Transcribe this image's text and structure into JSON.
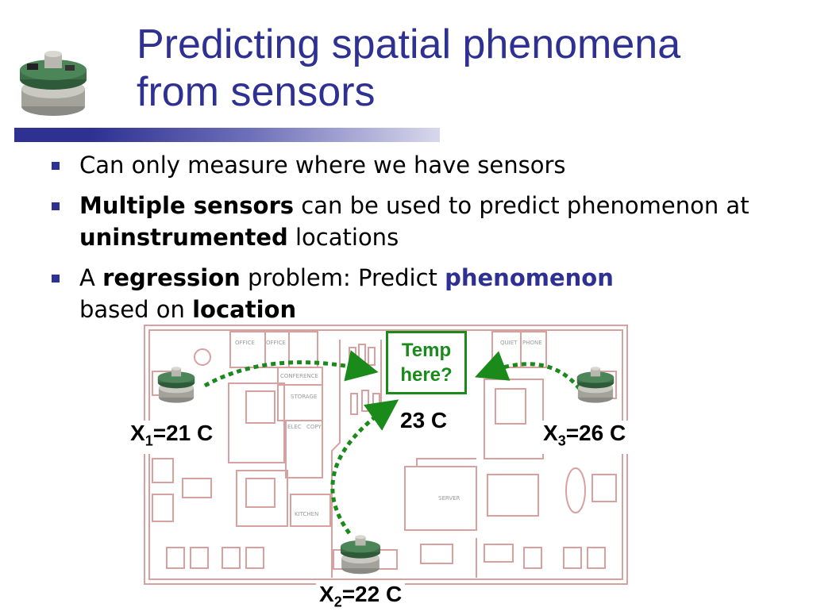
{
  "slide": {
    "title_line1": "Predicting spatial phenomena",
    "title_line2": "from sensors"
  },
  "bullets": {
    "b1": "Can only measure where we have sensors",
    "b2_bold": "Multiple sensors",
    "b2_rest": " can be used to predict phenomenon at",
    "b2_bold2": "uninstrumented",
    "b2_rest2": " locations",
    "b3_a": "A ",
    "b3_bold": "regression",
    "b3_b": " problem: Predict ",
    "b3_blue": "phenomenon",
    "b3_c": "based on ",
    "b3_bold2": "location"
  },
  "floorplan": {
    "room_labels": [
      "OFFICE",
      "OFFICE",
      "CONFERENCE",
      "STORAGE",
      "ELEC",
      "COPY",
      "KITCHEN",
      "QUIET",
      "PHONE",
      "SERVER"
    ]
  },
  "sensors": {
    "x1": {
      "var": "X",
      "sub": "1",
      "value": "=21 C"
    },
    "x2": {
      "var": "X",
      "sub": "2",
      "value": "=22 C"
    },
    "x3": {
      "var": "X",
      "sub": "3",
      "value": "=26 C"
    }
  },
  "query": {
    "line1": "Temp",
    "line2": "here?",
    "prediction": "23 C"
  },
  "colors": {
    "title": "#2e3192",
    "arrow": "#1a8a1a",
    "floorplan": "#d9a0a0"
  }
}
